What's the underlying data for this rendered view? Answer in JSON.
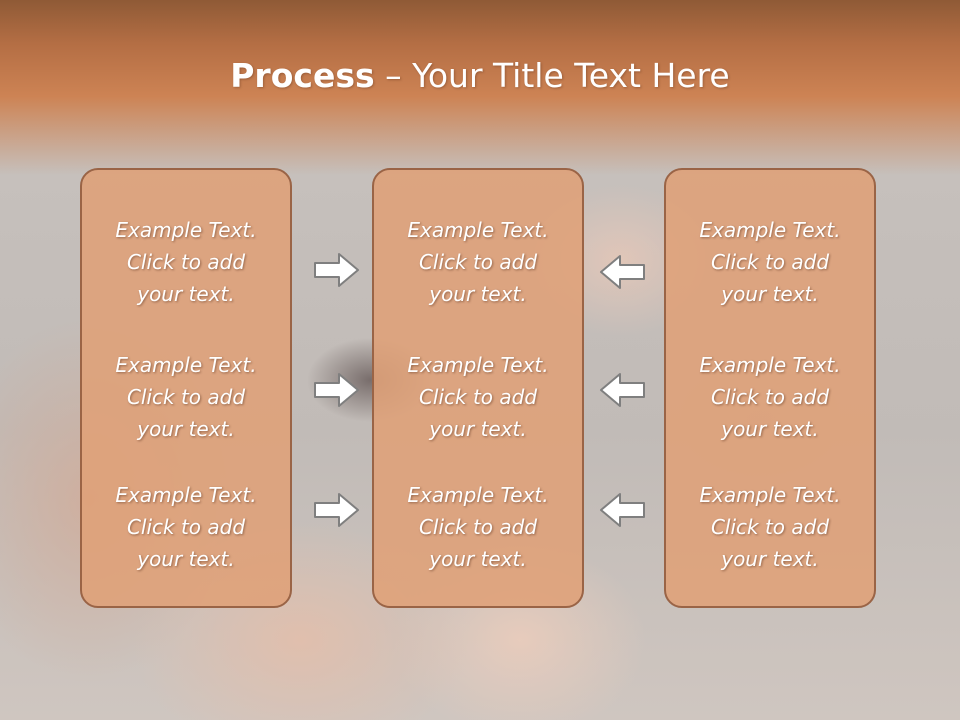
{
  "slide": {
    "title_bold": "Process",
    "title_rest": " – Your Title Text Here"
  },
  "columns": [
    {
      "items": [
        {
          "text": "Example Text.\nClick  to add\nyour text."
        },
        {
          "text": "Example Text.\nClick  to add\nyour text."
        },
        {
          "text": "Example Text.\nClick  to add\nyour text."
        }
      ]
    },
    {
      "items": [
        {
          "text": "Example Text.\nClick  to add\nyour text."
        },
        {
          "text": "Example Text.\nClick  to add\nyour text."
        },
        {
          "text": "Example Text.\nClick  to add\nyour text."
        }
      ]
    },
    {
      "items": [
        {
          "text": "Example Text.\nClick  to add\nyour text."
        },
        {
          "text": "Example Text.\nClick  to add\nyour text."
        },
        {
          "text": "Example Text.\nClick  to add\nyour text."
        }
      ]
    }
  ],
  "arrows": {
    "left_group": "arrow-right-icon",
    "right_group": "arrow-left-icon"
  },
  "colors": {
    "header": "#cd8354",
    "box_fill": "#dfa078",
    "box_border": "#9a6446",
    "arrow_fill": "#ffffff",
    "arrow_stroke": "#7f7f7f"
  }
}
